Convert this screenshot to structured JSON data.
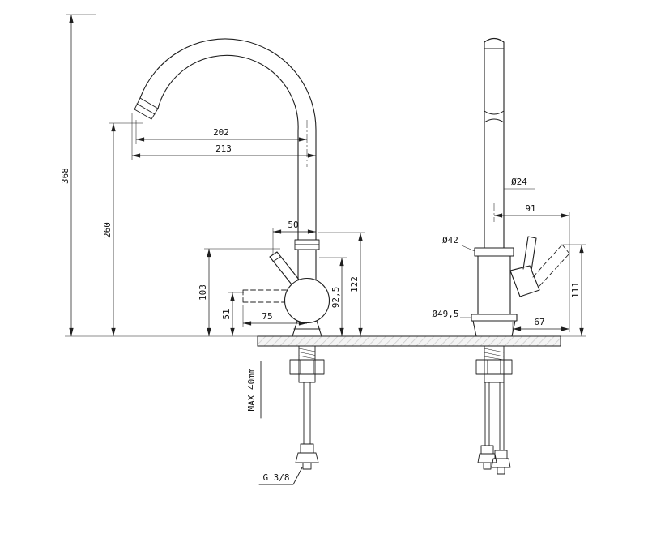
{
  "colors": {
    "line": "#1f1f1f",
    "deck_fill": "#f4f4f4",
    "deck_hatch": "#c8c8c8"
  },
  "drawing": {
    "dims": {
      "total_height": "368",
      "spout_height": "260",
      "spout_reach": "202",
      "spout_reach_outer": "213",
      "body_offset": "50",
      "handle_top_height": "103",
      "handle_axis_height": "51",
      "handle_length": "75",
      "body_upper_height": "92,5",
      "body_total_height": "122",
      "column_diameter": "Ø24",
      "side_reach": "91",
      "flange_diameter": "Ø42",
      "base_diameter": "Ø49,5",
      "handle_overhang": "67",
      "side_handle_height": "111",
      "max_counter_thickness": "MAX 40mm",
      "connection_thread": "G 3/8"
    }
  }
}
